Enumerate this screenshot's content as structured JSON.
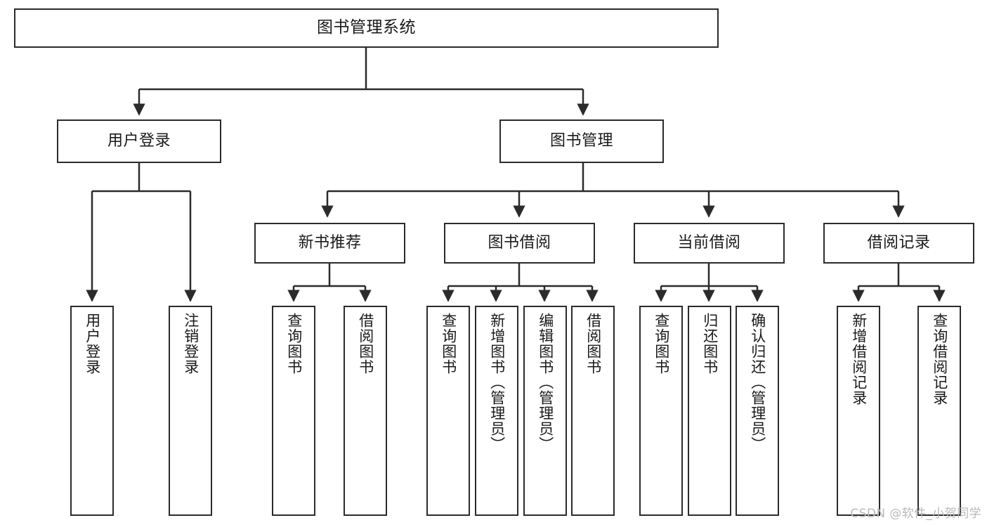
{
  "diagram": {
    "title": "图书管理系统",
    "type": "tree-hierarchy",
    "watermark": "CSDN @软件_小贺同学",
    "levels": {
      "root": {
        "label": "图书管理系统"
      },
      "level2": [
        {
          "label": "用户登录"
        },
        {
          "label": "图书管理"
        }
      ],
      "level3": [
        {
          "label": "新书推荐"
        },
        {
          "label": "图书借阅"
        },
        {
          "label": "当前借阅"
        },
        {
          "label": "借阅记录"
        }
      ],
      "leaves": {
        "user_login": [
          {
            "label": "用户登录"
          },
          {
            "label": "注销登录"
          }
        ],
        "new_book_recommend": [
          {
            "label": "查询图书"
          },
          {
            "label": "借阅图书"
          }
        ],
        "book_borrow": [
          {
            "label": "查询图书"
          },
          {
            "label": "新增图书（管理员）"
          },
          {
            "label": "编辑图书（管理员）"
          },
          {
            "label": "借阅图书"
          }
        ],
        "current_borrow": [
          {
            "label": "查询图书"
          },
          {
            "label": "归还图书"
          },
          {
            "label": "确认归还（管理员）"
          }
        ],
        "borrow_record": [
          {
            "label": "新增借阅记录"
          },
          {
            "label": "查询借阅记录"
          }
        ]
      }
    },
    "colors": {
      "stroke": "#2b2b2b",
      "fill": "#ffffff",
      "text": "#1a1a1a",
      "watermark": "#b9b9b9"
    }
  }
}
